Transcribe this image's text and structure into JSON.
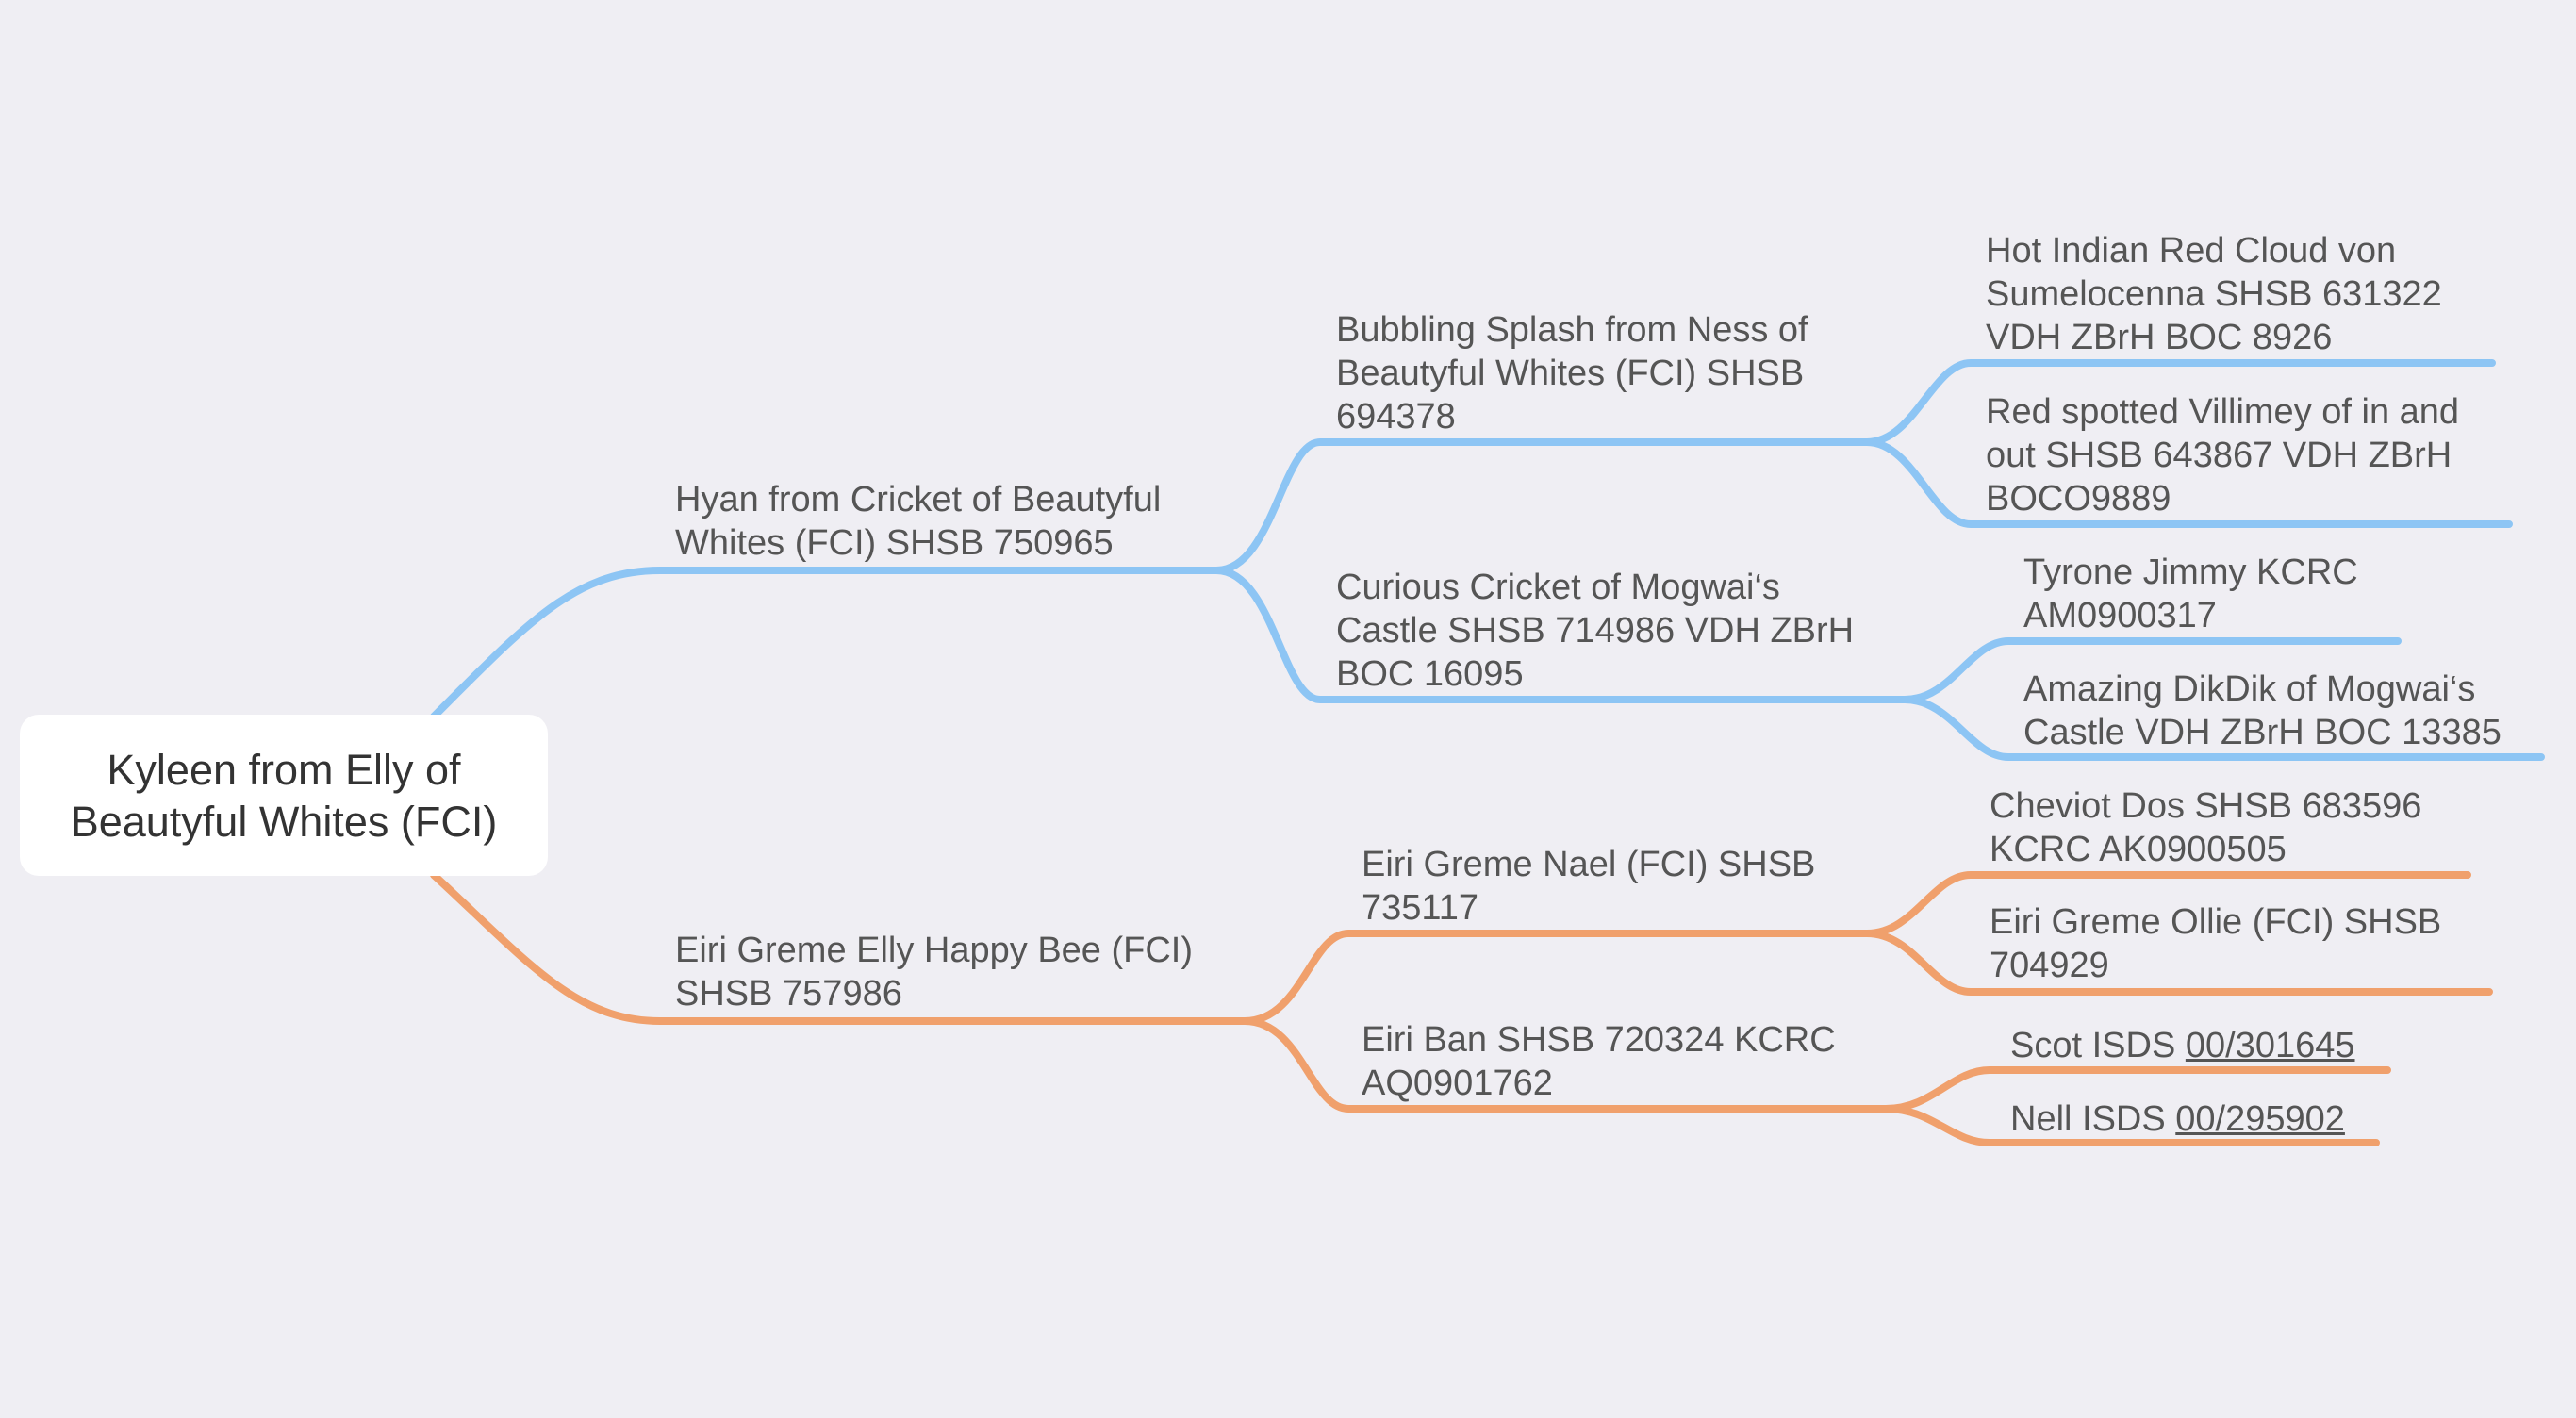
{
  "root": {
    "lines": [
      "Kyleen from Elly of",
      "Beautyful Whites (FCI)"
    ]
  },
  "colors": {
    "sire_branch": "#8dc5f4",
    "dam_branch": "#f0a06c",
    "root_fill": "#ffffff",
    "background": "#efeef3",
    "text": "#555555"
  },
  "nodes": {
    "sire": {
      "lines": [
        "Hyan from Cricket of Beautyful",
        "Whites (FCI) SHSB 750965"
      ]
    },
    "dam": {
      "lines": [
        "Eiri Greme Elly Happy Bee (FCI)",
        "SHSB 757986"
      ]
    },
    "ss": {
      "lines": [
        "Bubbling Splash from Ness of",
        "Beautyful Whites (FCI) SHSB",
        "694378"
      ]
    },
    "sd": {
      "lines": [
        "Curious Cricket of Mogwai‘s",
        "Castle SHSB 714986 VDH ZBrH",
        "BOC 16095"
      ]
    },
    "ds": {
      "lines": [
        "Eiri Greme Nael (FCI) SHSB",
        "735117"
      ]
    },
    "dd": {
      "lines": [
        "Eiri Ban SHSB 720324 KCRC",
        "AQ0901762"
      ]
    },
    "sss": {
      "lines": [
        "Hot Indian Red Cloud von",
        "Sumelocenna SHSB 631322",
        "VDH ZBrH BOC 8926"
      ]
    },
    "ssd": {
      "lines": [
        "Red spotted Villimey of in and",
        "out SHSB 643867 VDH ZBrH",
        "BOCO9889"
      ]
    },
    "sds": {
      "lines": [
        "Tyrone Jimmy KCRC",
        "AM0900317"
      ]
    },
    "sdd": {
      "lines": [
        "Amazing DikDik of Mogwai‘s",
        "Castle VDH ZBrH BOC 13385"
      ]
    },
    "dss": {
      "lines": [
        "Cheviot Dos SHSB 683596",
        "KCRC AK0900505"
      ]
    },
    "dsd": {
      "lines": [
        "Eiri Greme Ollie (FCI) SHSB",
        "704929"
      ]
    },
    "dds": {
      "name": "Scot ISDS",
      "reg": "00/301645"
    },
    "ddd": {
      "name": "Nell ISDS",
      "reg": "00/295902"
    }
  }
}
